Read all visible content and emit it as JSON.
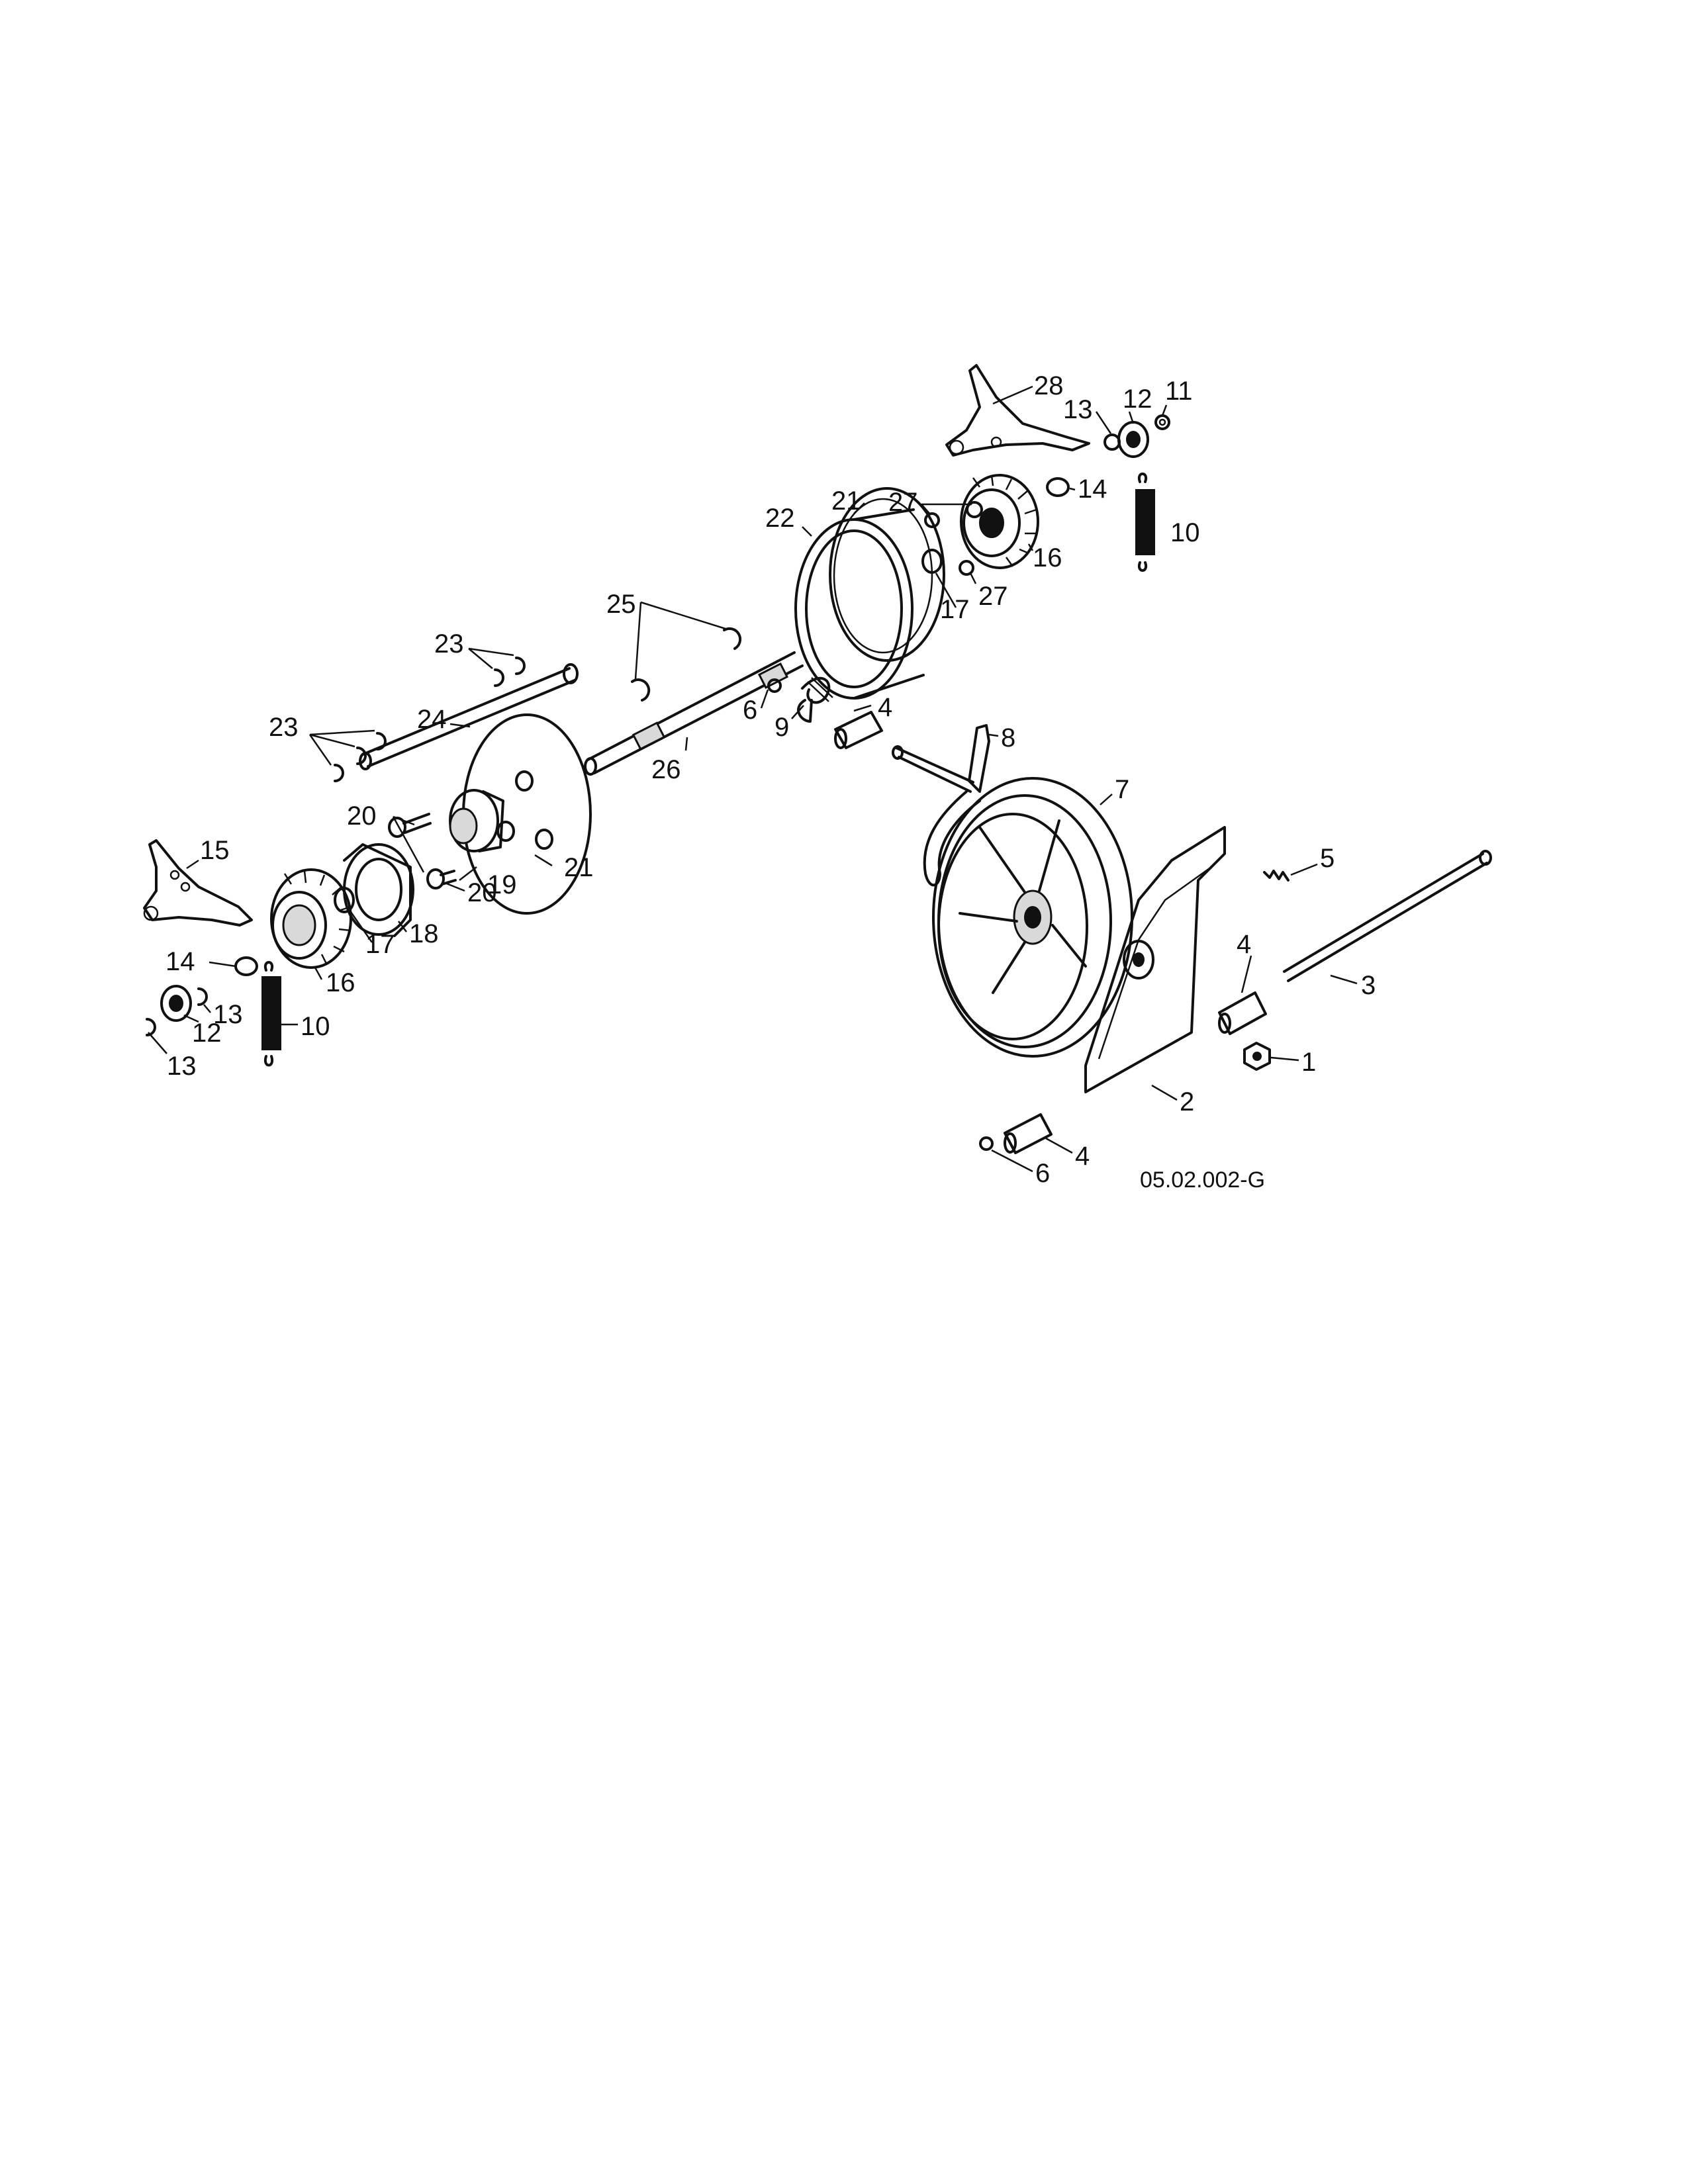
{
  "diagram": {
    "drawing_code": "05.02.002-G",
    "labels": [
      "1",
      "2",
      "3",
      "4",
      "5",
      "6",
      "7",
      "8",
      "9",
      "10",
      "11",
      "12",
      "13",
      "14",
      "15",
      "16",
      "17",
      "18",
      "19",
      "20",
      "21",
      "22",
      "23",
      "24",
      "25",
      "26",
      "27",
      "28"
    ]
  }
}
